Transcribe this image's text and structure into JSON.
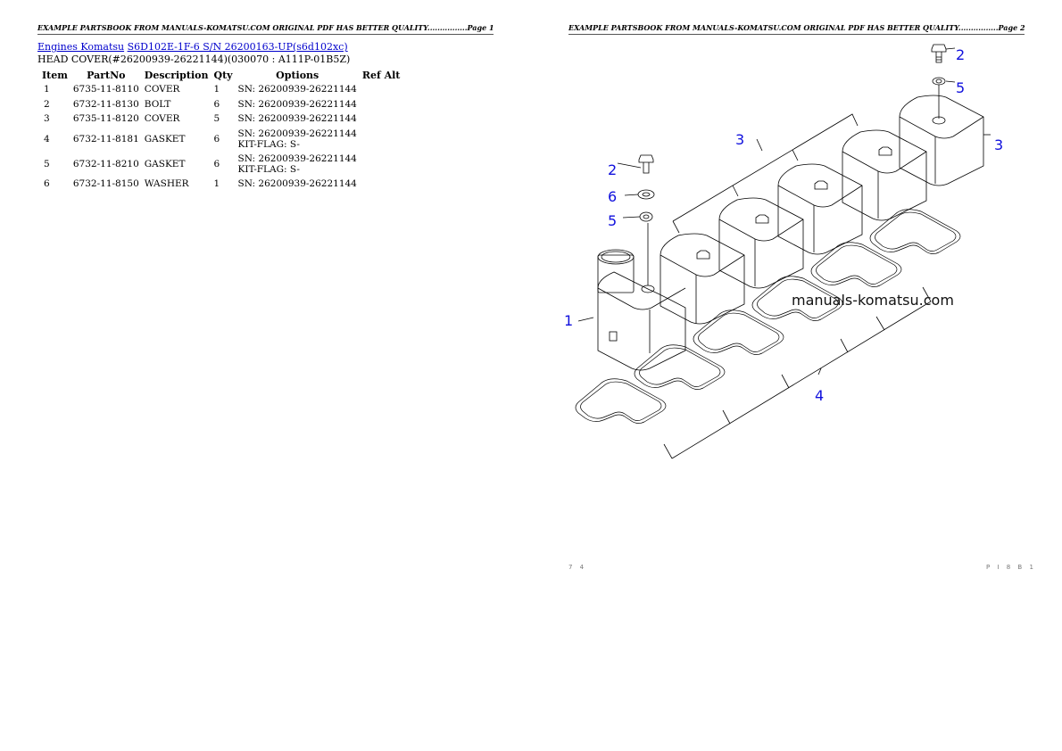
{
  "pages": [
    {
      "header": "EXAMPLE PARTSBOOK FROM MANUALS-KOMATSU.COM ORIGINAL PDF HAS BETTER QUALITY................Page 1",
      "breadcrumb": {
        "links": [
          "Engines Komatsu",
          "S6D102E-1F-6 S/N 26200163-UP(s6d102xc)"
        ]
      },
      "subtitle": "HEAD COVER(#26200939-26221144)(030070 : A111P-01B5Z)",
      "table": {
        "columns": [
          "Item",
          "PartNo",
          "Description",
          "Qty",
          "Options",
          "Ref Alt"
        ],
        "rows": [
          {
            "item": "1",
            "part_no": "6735-11-8110",
            "description": "COVER",
            "qty": "1",
            "options": [
              "SN: 26200939-26221144"
            ],
            "ref_alt": ""
          },
          {
            "item": "2",
            "part_no": "6732-11-8130",
            "description": "BOLT",
            "qty": "6",
            "options": [
              "SN: 26200939-26221144"
            ],
            "ref_alt": ""
          },
          {
            "item": "3",
            "part_no": "6735-11-8120",
            "description": "COVER",
            "qty": "5",
            "options": [
              "SN: 26200939-26221144"
            ],
            "ref_alt": ""
          },
          {
            "item": "4",
            "part_no": "6732-11-8181",
            "description": "GASKET",
            "qty": "6",
            "options": [
              "SN: 26200939-26221144",
              "KIT-FLAG: S-"
            ],
            "ref_alt": ""
          },
          {
            "item": "5",
            "part_no": "6732-11-8210",
            "description": "GASKET",
            "qty": "6",
            "options": [
              "SN: 26200939-26221144",
              "KIT-FLAG: S-"
            ],
            "ref_alt": ""
          },
          {
            "item": "6",
            "part_no": "6732-11-8150",
            "description": "WASHER",
            "qty": "1",
            "options": [
              "SN: 26200939-26221144"
            ],
            "ref_alt": ""
          }
        ]
      }
    },
    {
      "header": "EXAMPLE PARTSBOOK FROM MANUALS-KOMATSU.COM ORIGINAL PDF HAS BETTER QUALITY................Page 2",
      "diagram": {
        "watermark": "manuals-komatsu.com",
        "callouts": [
          "2",
          "5",
          "3",
          "3",
          "2",
          "6",
          "5",
          "1",
          "4"
        ],
        "footer_left": "7 4",
        "footer_right": "P I 8 B 1"
      }
    }
  ],
  "colors": {
    "link": "#0000cc",
    "callout": "#1010dd",
    "line": "#000000"
  }
}
